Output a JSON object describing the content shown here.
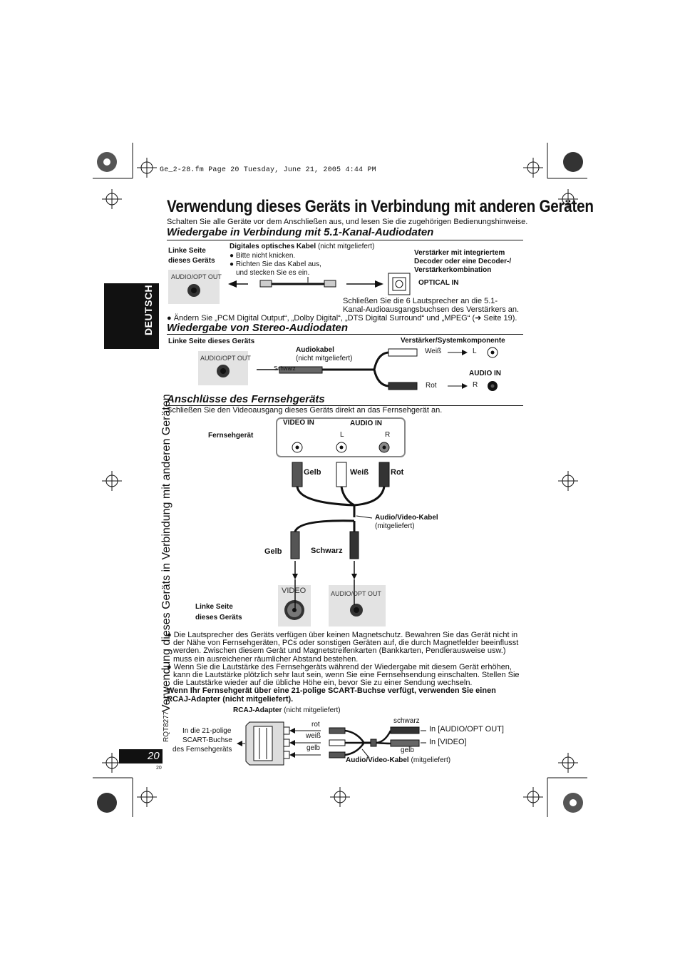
{
  "header_line": "Ge_2-28.fm  Page 20  Tuesday, June 21, 2005  4:44 PM",
  "title": "Verwendung dieses Geräts in Verbindung mit anderen Geräten",
  "intro": "Schalten Sie alle Geräte vor dem Anschließen aus, und lesen Sie die zugehörigen Bedienungshinweise.",
  "side_tab": "DEUTSCH",
  "side_title": "Verwendung dieses Geräts in Verbindung mit anderen Geräten",
  "doc_code": "RQT8277",
  "page_number": "20",
  "page_small": "20",
  "sec1": {
    "heading": "Wiedergabe in Verbindung mit 5.1-Kanal-Audiodaten",
    "left_side_1": "Linke Seite",
    "left_side_2": "dieses Geräts",
    "jack_label": "AUDIO/OPT OUT",
    "cable_title": "Digitales optisches Kabel",
    "cable_note": "(nicht mitgeliefert)",
    "bullet1": "Bitte nicht knicken.",
    "bullet2a": "Richten Sie das Kabel aus,",
    "bullet2b": "und stecken Sie es ein.",
    "amp_1": "Verstärker mit integriertem",
    "amp_2": "Decoder oder eine Decoder-/",
    "amp_3": "Verstärkerkombination",
    "optical_in": "OPTICAL IN",
    "connect_1": "Schließen Sie die 6 Lautsprecher an die 5.1-",
    "connect_2": "Kanal-Audioausgangsbuchsen des Verstärkers an.",
    "change_note": "Ändern Sie „PCM Digital Output“, „Dolby Digital“, „DTS Digital Surround“ und „MPEG“ (➜ Seite 19)."
  },
  "sec2": {
    "heading": "Wiedergabe von Stereo-Audiodaten",
    "left_side": "Linke Seite dieses Geräts",
    "jack_label": "AUDIO/OPT OUT",
    "cable_title": "Audiokabel",
    "cable_note": "(nicht mitgeliefert)",
    "schwarz": "Schwarz",
    "amp": "Verstärker/Systemkomponente",
    "weiss": "Weiß",
    "rot": "Rot",
    "L": "L",
    "R": "R",
    "audio_in": "AUDIO IN"
  },
  "sec3": {
    "heading": "Anschlüsse des Fernsehgeräts",
    "intro": "Schließen Sie den Videoausgang dieses Geräts direkt an das Fernsehgerät an.",
    "tv": "Fernsehgerät",
    "video_in": "VIDEO IN",
    "audio_in": "AUDIO IN",
    "L": "L",
    "R": "R",
    "gelb": "Gelb",
    "weiss": "Weiß",
    "rot": "Rot",
    "av_cable": "Audio/Video-Kabel",
    "av_note": "(mitgeliefert)",
    "gelb2": "Gelb",
    "schwarz": "Schwarz",
    "left_side_1": "Linke Seite",
    "left_side_2": "dieses Geräts",
    "video_jack": "VIDEO",
    "audio_jack": "AUDIO/OPT OUT"
  },
  "notes": {
    "n1a": "Die Lautsprecher des Geräts verfügen über keinen Magnetschutz. Bewahren Sie das Gerät nicht in",
    "n1b": "der Nähe von Fernsehgeräten, PCs oder sonstigen Geräten auf, die durch Magnetfelder beeinflusst",
    "n1c": "werden. Zwischen diesem Gerät und Magnetstreifenkarten (Bankkarten, Pendlerausweise usw.)",
    "n1d": "muss ein ausreichener räumlicher Abstand bestehen.",
    "n2a": "Wenn Sie die Lautstärke des Fernsehgeräts während der Wiedergabe mit diesem Gerät erhöhen,",
    "n2b": "kann die Lautstärke plötzlich sehr laut sein, wenn Sie eine Fernsehsendung einschalten. Stellen Sie",
    "n2c": "die Lautstärke wieder auf die übliche Höhe ein, bevor Sie zu einer Sendung wechseln.",
    "scart_a": "Wenn Ihr Fernsehgerät über eine 21-polige SCART-Buchse verfügt, verwenden Sie einen",
    "scart_b": "RCAJ-Adapter (nicht mitgeliefert)."
  },
  "scart": {
    "adapter": "RCAJ-Adapter",
    "adapter_note": "(nicht mitgeliefert)",
    "in21_1": "In die 21-polige",
    "in21_2": "SCART-Buchse",
    "in21_3": "des Fernsehgeräts",
    "rot": "rot",
    "weiss": "weiß",
    "gelb": "gelb",
    "schwarz": "schwarz",
    "gelb2": "gelb",
    "in_audio": "In [AUDIO/OPT OUT]",
    "in_video": "In [VIDEO]",
    "av_cable": "Audio/Video-Kabel",
    "av_note": "(mitgeliefert)"
  }
}
